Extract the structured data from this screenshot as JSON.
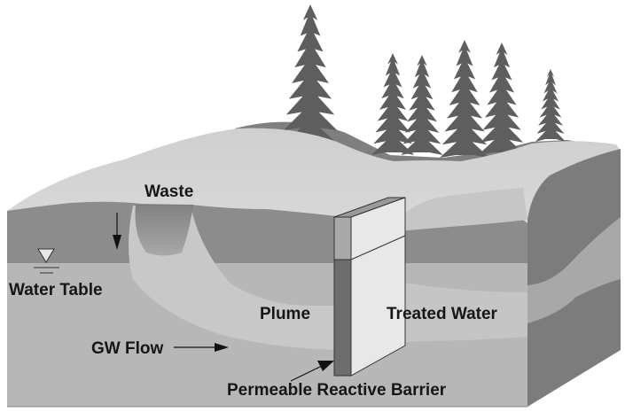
{
  "title": "Permeable Reactive Barrier groundwater remediation diagram",
  "labels": {
    "waste": "Waste",
    "water_table": "Water Table",
    "plume": "Plume",
    "treated_water": "Treated Water",
    "gw_flow": "GW Flow",
    "barrier": "Permeable Reactive Barrier"
  },
  "icons": {
    "water_table_marker": "inverted-triangle-icon",
    "infiltration_arrow": "arrow-down-icon",
    "flow_arrow": "arrow-right-icon",
    "barrier_pointer": "arrow-up-right-icon"
  },
  "colors": {
    "background": "#ffffff",
    "surface_light": "#d4d4d4",
    "vadose_zone": "#8c8c8c",
    "saturated_zone": "#b9b9b9",
    "plume": "#c9c9c9",
    "side_dark": "#7d7d7d",
    "side_light": "#a9a9a9",
    "trees": "#5e5e5e",
    "barrier_front_top": "#a8a8a8",
    "barrier_front_bottom": "#6e6e6e",
    "barrier_face": "#e6e6e6",
    "text": "#161616"
  }
}
